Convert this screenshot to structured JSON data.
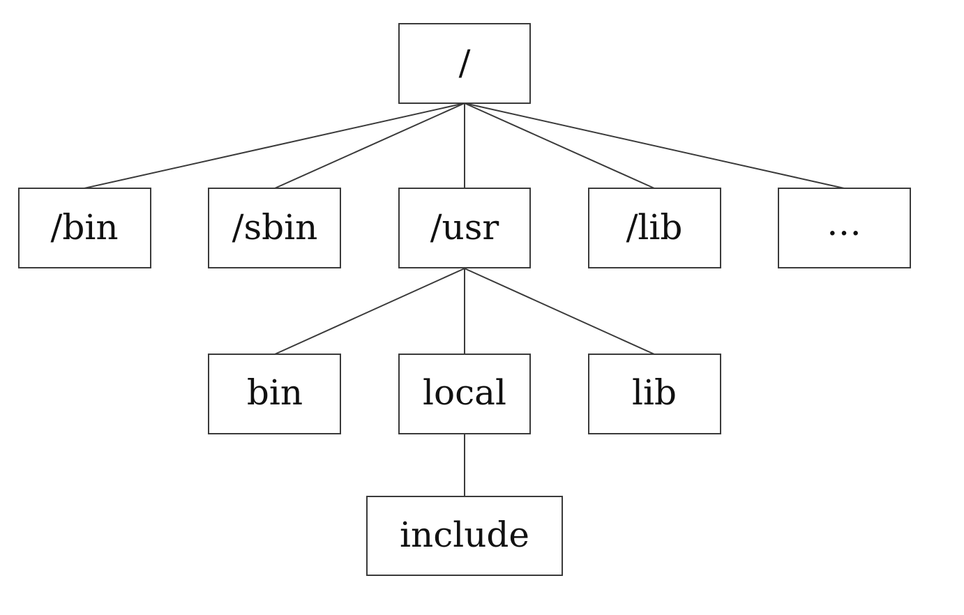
{
  "tree": {
    "root": {
      "label": "/"
    },
    "level1": [
      {
        "label": "/bin"
      },
      {
        "label": "/sbin"
      },
      {
        "label": "/usr"
      },
      {
        "label": "/lib"
      },
      {
        "label": "…"
      }
    ],
    "usr_children": [
      {
        "label": "bin"
      },
      {
        "label": "local"
      },
      {
        "label": "lib"
      }
    ],
    "local_children": [
      {
        "label": "include"
      }
    ]
  },
  "colors": {
    "line": "#3a3a3a",
    "text": "#111111",
    "background": "#ffffff"
  }
}
